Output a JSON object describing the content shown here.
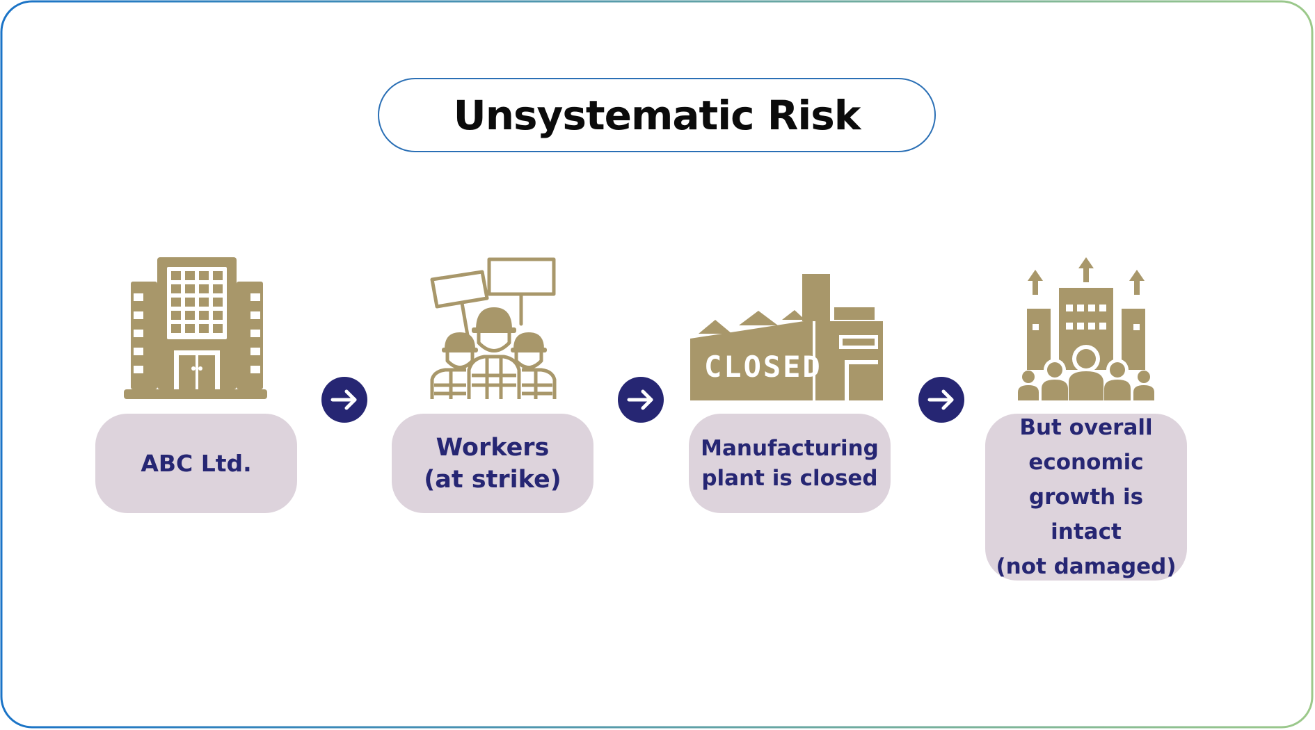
{
  "title": "Unsystematic Risk",
  "colors": {
    "frame_gradient_start": "#1a73c7",
    "frame_gradient_end": "#9cc98a",
    "title_border": "#2a6fb5",
    "icon_gold": "#a8976a",
    "box_fill": "#ddd3dc",
    "text_navy": "#262673",
    "arrow_fill": "#262673"
  },
  "steps": [
    {
      "label": "ABC Ltd.",
      "icon": "office-building-icon"
    },
    {
      "label": "Workers\n(at strike)",
      "icon": "workers-strike-icon"
    },
    {
      "label": "Manufacturing\nplant is closed",
      "icon": "closed-factory-icon",
      "sign_text": "CLOSED"
    },
    {
      "label": "But overall\neconomic\ngrowth is intact\n(not damaged)",
      "icon": "economic-growth-icon"
    }
  ],
  "connectors": [
    "arrow-right-icon",
    "arrow-right-icon",
    "arrow-right-icon"
  ]
}
